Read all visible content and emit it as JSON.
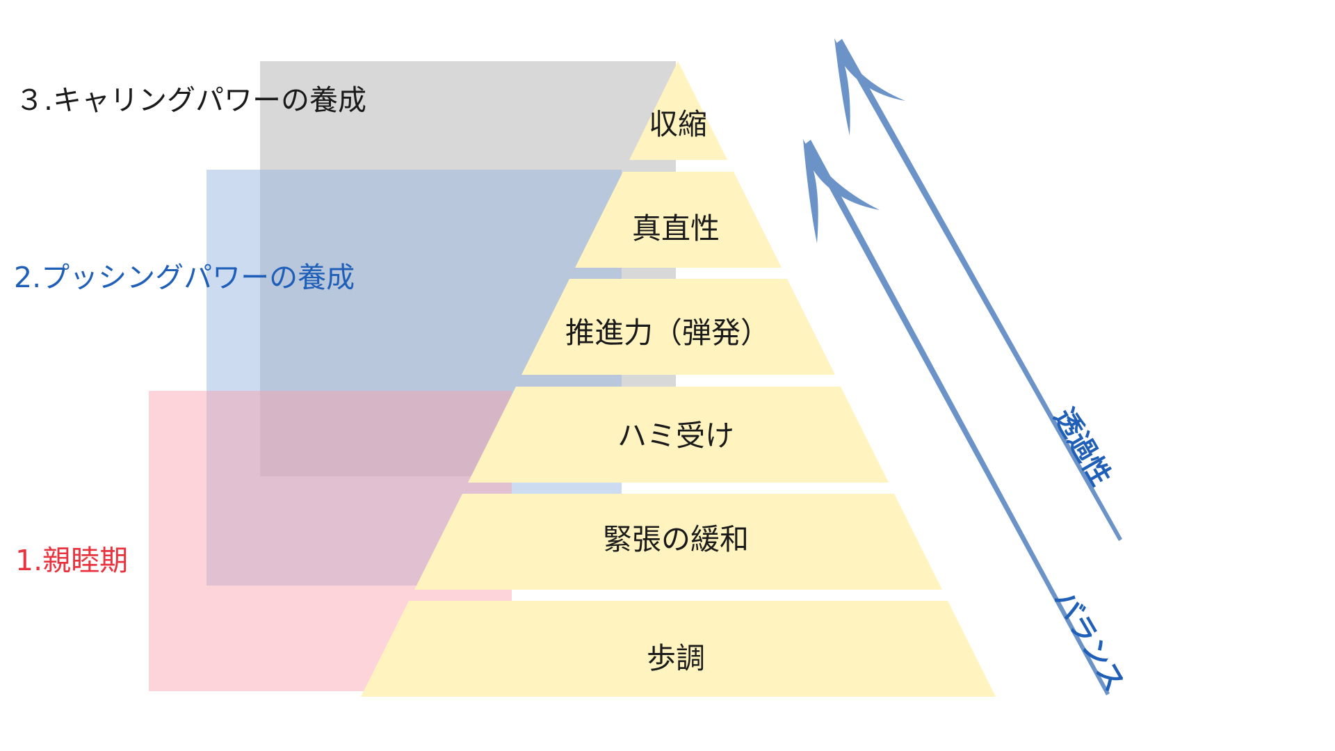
{
  "stages": [
    {
      "label": "３.キャリングパワーの養成",
      "color": "#1a1a1a"
    },
    {
      "label": "2.プッシングパワーの養成",
      "color": "#1f5fb8"
    },
    {
      "label": "1.親睦期",
      "color": "#e8323e"
    }
  ],
  "pyramid_levels": [
    {
      "label": "収縮"
    },
    {
      "label": "真直性"
    },
    {
      "label": "推進力（弾発）"
    },
    {
      "label": "ハミ受け"
    },
    {
      "label": "緊張の緩和"
    },
    {
      "label": "歩調"
    }
  ],
  "arrow_labels": {
    "permeability": "透過性",
    "balance": "バランス"
  },
  "colors": {
    "pyramid_fill": "#fff3c0",
    "arrow": "#6b93c8",
    "carrying_zone": "#c8c8c8",
    "pushing_zone": "#96b4e1",
    "intimacy_zone": "#f8a0aa"
  }
}
